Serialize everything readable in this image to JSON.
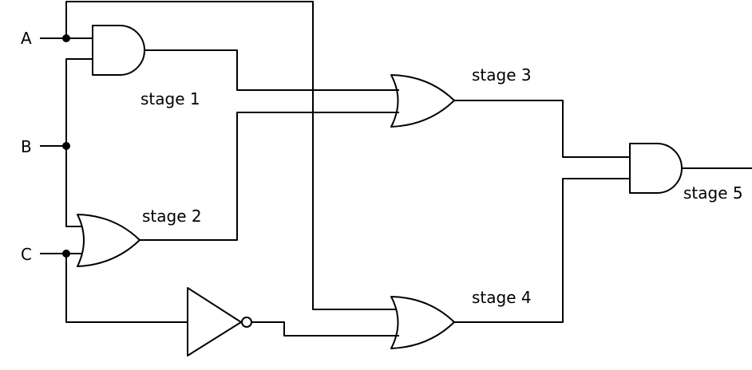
{
  "inputs": {
    "a": "A",
    "b": "B",
    "c": "C"
  },
  "stages": {
    "stage1": "stage 1",
    "stage2": "stage 2",
    "stage3": "stage 3",
    "stage4": "stage 4",
    "stage5": "stage 5"
  },
  "gates": [
    {
      "stage": "stage 1",
      "type": "AND"
    },
    {
      "stage": "stage 2",
      "type": "OR"
    },
    {
      "stage": "stage 3",
      "type": "OR"
    },
    {
      "stage": "stage 4",
      "type": "OR"
    },
    {
      "stage": "stage 5",
      "type": "AND"
    },
    {
      "type": "NOT"
    }
  ]
}
